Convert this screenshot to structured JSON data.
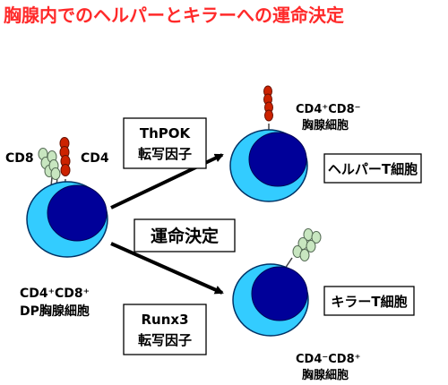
{
  "title": "胸腺内でのヘルパーとキラーへの運命決定",
  "progenitor": {
    "receptor_cd8": "CD8",
    "receptor_cd4": "CD4",
    "label_line1": "CD4⁺CD8⁺",
    "label_line2": "DP胸腺細胞"
  },
  "thpok_box": {
    "line1": "ThPOK",
    "line2": "転写因子"
  },
  "runx3_box": {
    "line1": "Runx3",
    "line2": "転写因子"
  },
  "fate_box": {
    "label": "運命決定"
  },
  "helper": {
    "label_line1": "CD4⁺CD8⁻",
    "label_line2": "胸腺細胞",
    "box_label": "ヘルパーT細胞"
  },
  "killer": {
    "label_line1": "CD4⁻CD8⁺",
    "label_line2": "胸腺細胞",
    "box_label": "キラーT細胞"
  },
  "colors": {
    "title": "#ff2a2a",
    "cell_outer": "#33ccff",
    "cell_nucleus": "#000099",
    "cd4": "#cc2200",
    "cd8": "#c8e6c0",
    "arrow": "#000000"
  }
}
